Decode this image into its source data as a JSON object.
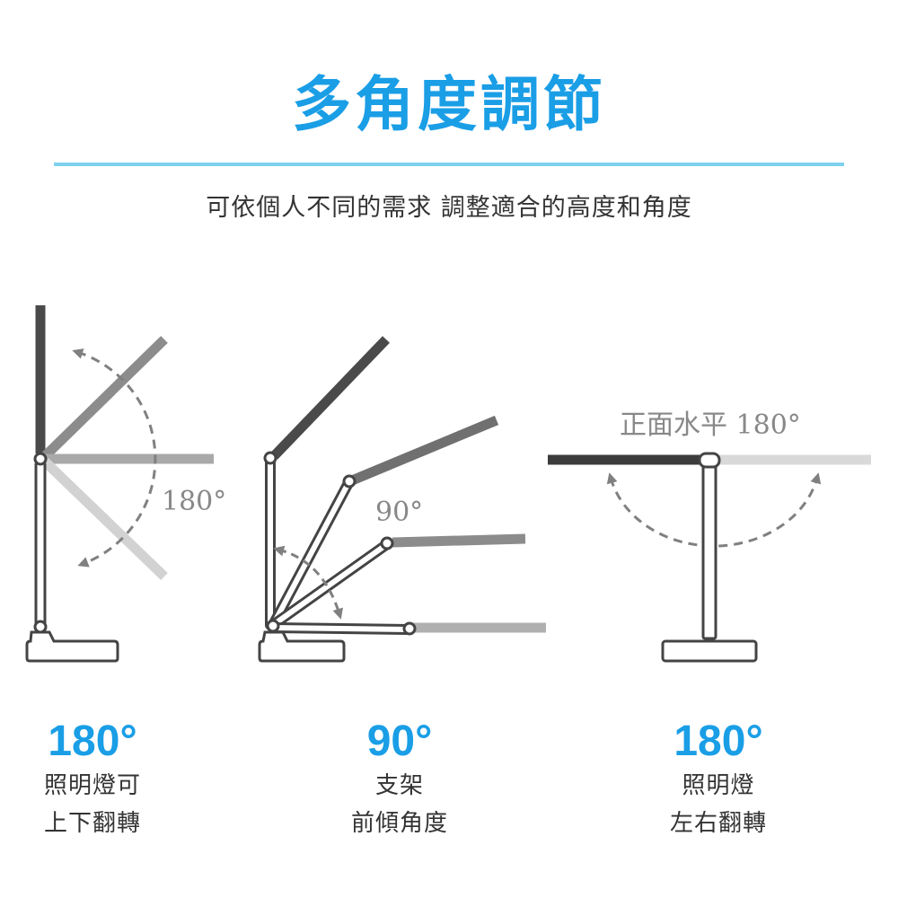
{
  "header": {
    "title": "多角度調節",
    "subtitle": "可依個人不同的需求  調整適合的高度和角度"
  },
  "colors": {
    "accent": "#1a9ee6",
    "rule": "#7fd0ef",
    "lamp_dark": "#4a4a4a",
    "lamp_mid": "#8c8c8c",
    "lamp_light": "#c8c8c8",
    "arrow": "#808080"
  },
  "diagram": {
    "left_angle_label": "180°",
    "middle_angle_label": "90°",
    "right_angle_label": "正面水平 180°"
  },
  "captions": [
    {
      "angle": "180°",
      "line1": "照明燈可",
      "line2": "上下翻轉"
    },
    {
      "angle": "90°",
      "line1": "支架",
      "line2": "前傾角度"
    },
    {
      "angle": "180°",
      "line1": "照明燈",
      "line2": "左右翻轉"
    }
  ]
}
